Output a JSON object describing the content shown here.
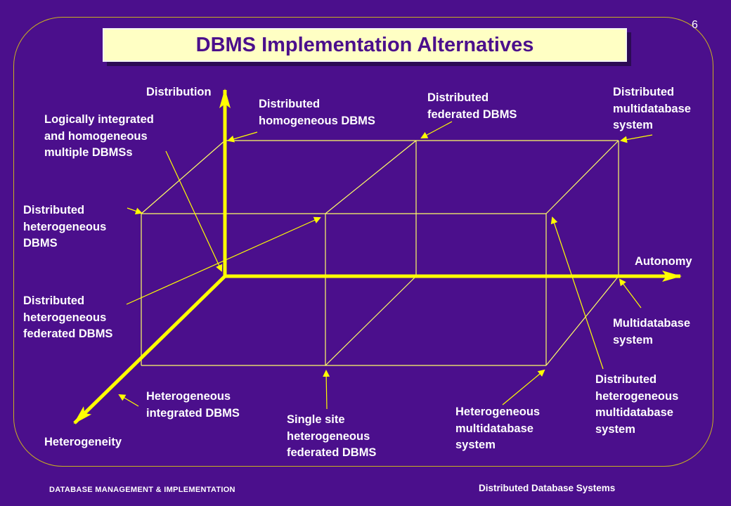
{
  "title": "DBMS Implementation Alternatives",
  "slide_number": "6",
  "axes": {
    "distribution": "Distribution",
    "autonomy": "Autonomy",
    "heterogeneity": "Heterogeneity"
  },
  "labels": {
    "logically_integrated": "Logically integrated\nand homogeneous\nmultiple DBMSs",
    "distributed_homogeneous": "Distributed\nhomogeneous DBMS",
    "distributed_federated": "Distributed\nfederated DBMS",
    "distributed_multidatabase": "Distributed\nmultidatabase\nsystem",
    "distributed_heterogeneous": "Distributed\nheterogeneous\nDBMS",
    "distributed_heterogeneous_federated": "Distributed\nheterogeneous\nfederated DBMS",
    "multidatabase_system": "Multidatabase\nsystem",
    "heterogeneous_integrated": "Heterogeneous\nintegrated DBMS",
    "single_site_heterogeneous_federated": "Single site\nheterogeneous\nfederated DBMS",
    "heterogeneous_multidatabase": "Heterogeneous\nmultidatabase\nsystem",
    "distributed_heterogeneous_multidatabase": "Distributed\nheterogeneous\nmultidatabase\nsystem"
  },
  "footer": {
    "left": "DATABASE MANAGEMENT & IMPLEMENTATION",
    "right": "Distributed Database Systems"
  },
  "colors": {
    "background": "#4b0f8c",
    "axis": "#ffff00",
    "title_box": "#ffffc4",
    "title_text": "#4b0f8c",
    "cube_lines": "#ffff66"
  }
}
